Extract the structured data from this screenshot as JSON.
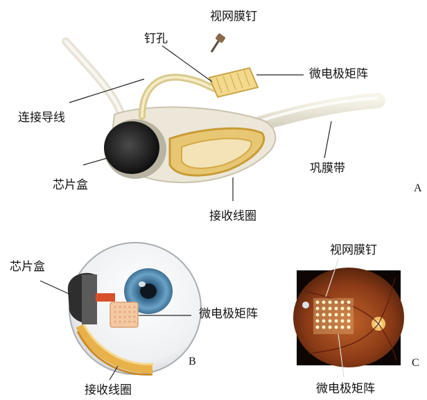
{
  "panel_a": {
    "letter": "A",
    "labels": {
      "retinal_tack": "视网膜钉",
      "tack_hole": "钉孔",
      "microelectrode_array": "微电极矩阵",
      "connecting_wire": "连接导线",
      "scleral_band": "巩膜带",
      "chip_case": "芯片盒",
      "receiver_coil": "接收线圈"
    }
  },
  "panel_b": {
    "letter": "B",
    "labels": {
      "chip_case": "芯片盒",
      "microelectrode_array": "微电极矩阵",
      "receiver_coil": "接收线圈"
    }
  },
  "panel_c": {
    "letter": "C",
    "labels": {
      "retinal_tack": "视网膜钉",
      "microelectrode_array": "微电极矩阵"
    }
  }
}
